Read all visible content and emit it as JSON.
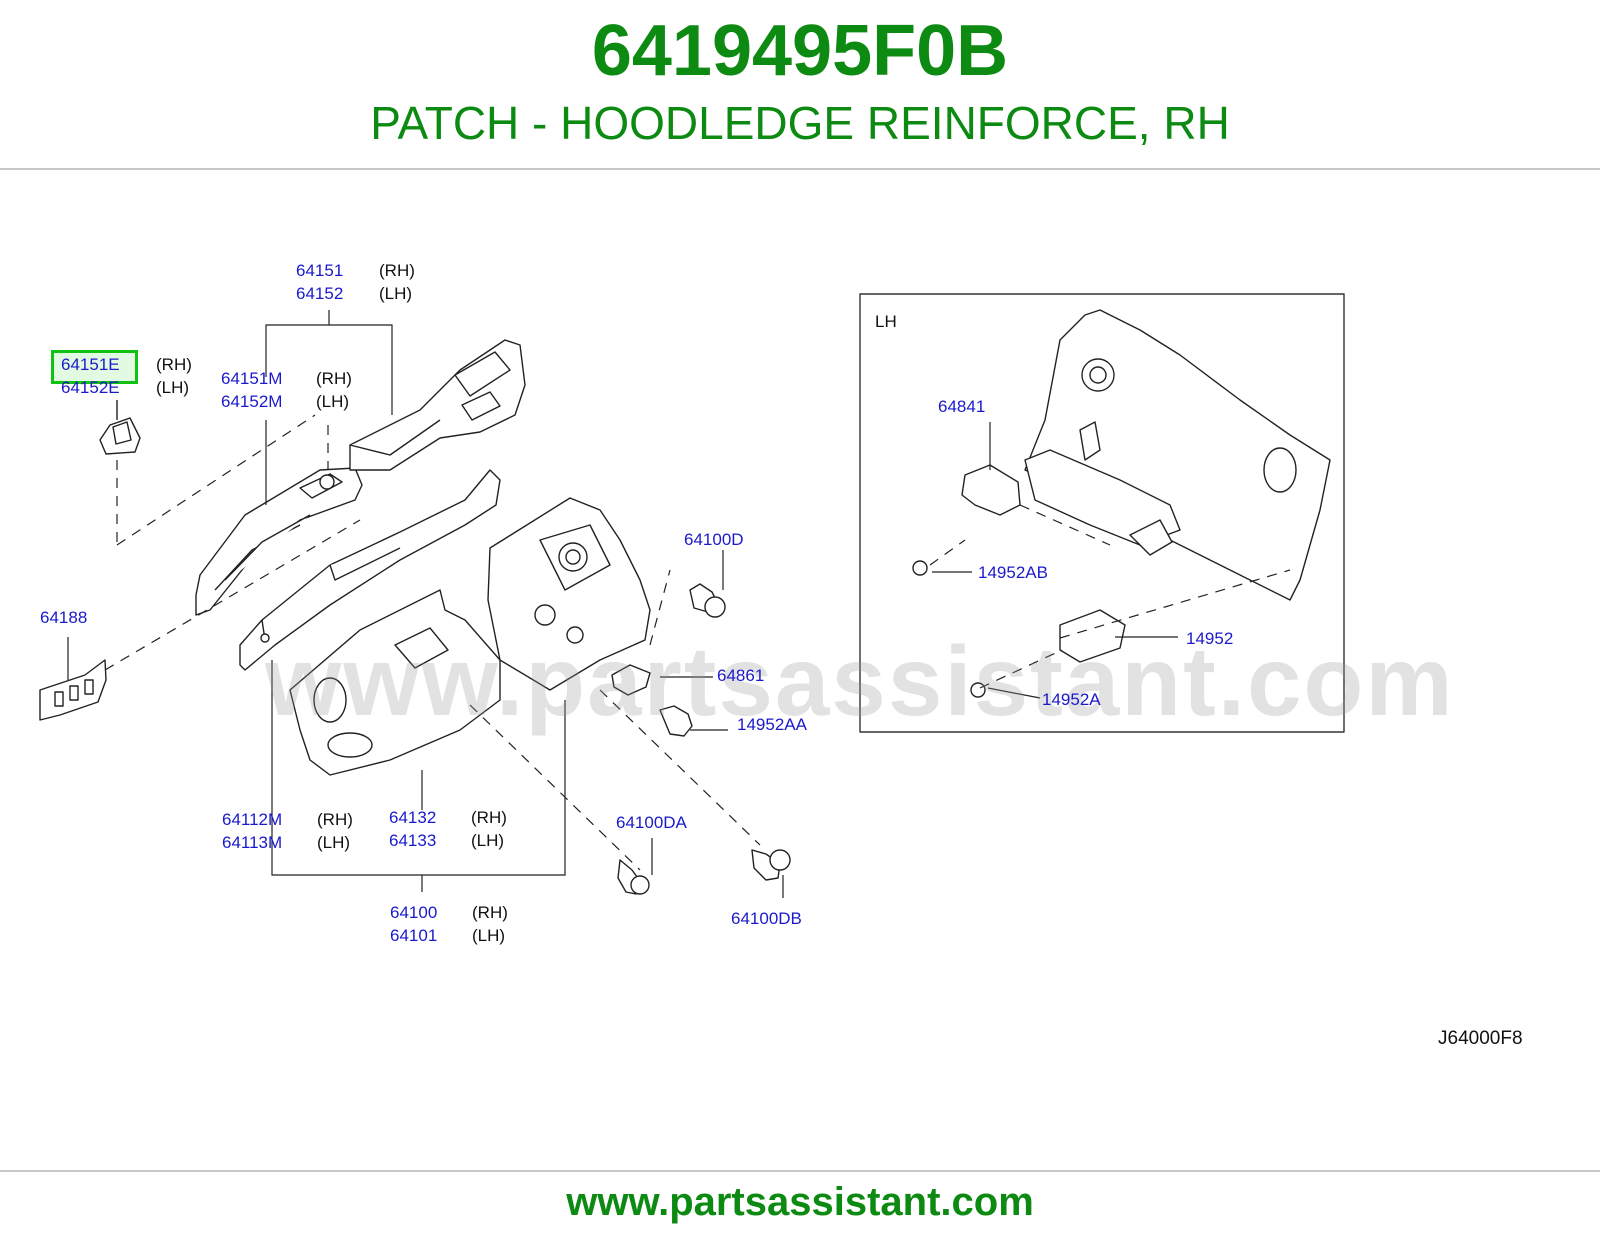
{
  "header": {
    "part_number": "6419495F0B",
    "description": "PATCH - HOODLEDGE REINFORCE, RH"
  },
  "diagram": {
    "watermark": "www.partsassistant.com",
    "inset_label": "LH",
    "ref_code": "J64000F8",
    "highlighted_callout": "64151E",
    "callouts": [
      {
        "id": "c-64151",
        "text": "64151",
        "side": "(RH)"
      },
      {
        "id": "c-64152",
        "text": "64152",
        "side": "(LH)"
      },
      {
        "id": "c-64151E",
        "text": "64151E",
        "side": "(RH)"
      },
      {
        "id": "c-64152E",
        "text": "64152E",
        "side": "(LH)"
      },
      {
        "id": "c-64151M",
        "text": "64151M",
        "side": "(RH)"
      },
      {
        "id": "c-64152M",
        "text": "64152M",
        "side": "(LH)"
      },
      {
        "id": "c-64188",
        "text": "64188",
        "side": ""
      },
      {
        "id": "c-64100D",
        "text": "64100D",
        "side": ""
      },
      {
        "id": "c-64861",
        "text": "64861",
        "side": ""
      },
      {
        "id": "c-14952AA",
        "text": "14952AA",
        "side": ""
      },
      {
        "id": "c-64112M",
        "text": "64112M",
        "side": "(RH)"
      },
      {
        "id": "c-64113M",
        "text": "64113M",
        "side": "(LH)"
      },
      {
        "id": "c-64132",
        "text": "64132",
        "side": "(RH)"
      },
      {
        "id": "c-64133",
        "text": "64133",
        "side": "(LH)"
      },
      {
        "id": "c-64100DA",
        "text": "64100DA",
        "side": ""
      },
      {
        "id": "c-64100DB",
        "text": "64100DB",
        "side": ""
      },
      {
        "id": "c-64100",
        "text": "64100",
        "side": "(RH)"
      },
      {
        "id": "c-64101",
        "text": "64101",
        "side": "(LH)"
      },
      {
        "id": "c-64841",
        "text": "64841",
        "side": ""
      },
      {
        "id": "c-14952AB",
        "text": "14952AB",
        "side": ""
      },
      {
        "id": "c-14952",
        "text": "14952",
        "side": ""
      },
      {
        "id": "c-14952A",
        "text": "14952A",
        "side": ""
      }
    ]
  },
  "footer": {
    "url": "www.partsassistant.com"
  }
}
